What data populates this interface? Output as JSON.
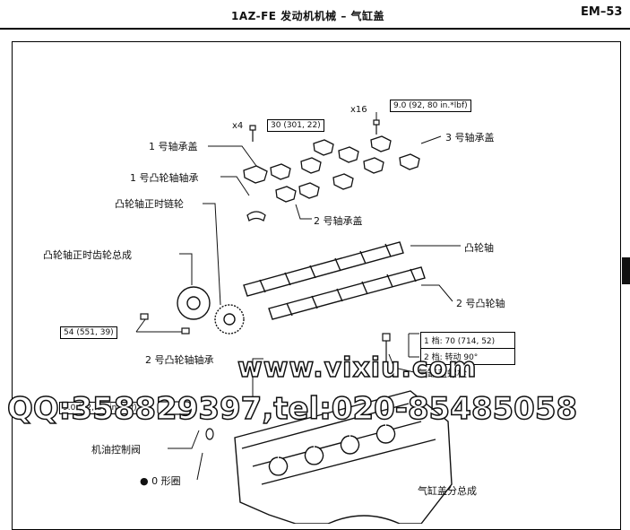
{
  "header": {
    "title": "1AZ-FE 发动机机械 –  气缸盖",
    "page_code": "EM–53"
  },
  "labels": {
    "cap1": "1 号轴承盖",
    "bearing1": "1 号凸轮轴轴承",
    "sprocket": "凸轮轴正时链轮",
    "gear_assy": "凸轮轴正时齿轮总成",
    "cap2": "2 号轴承盖",
    "cap3": "3 号轴承盖",
    "camshaft": "凸轮轴",
    "camshaft2": "2 号凸轮轴",
    "bearing2": "2 号凸轮轴轴承",
    "head_bolt": "气缸盖螺栓",
    "ocv": "机油控制阀",
    "oring": "● 0 形圈",
    "head_assy": "气缸盖分总成"
  },
  "multipliers": {
    "x4": "x4",
    "x16": "x16"
  },
  "torques": {
    "t1": "30 (301, 22)",
    "t2": "9.0 (92, 80 in.*lbf)",
    "t3": "54 (551, 39)",
    "t4": "9.0 (92, 80 in.*lbf)",
    "head_step1": "1 档: 70 (714, 52)",
    "head_step2": "2 档: 转动 90°"
  },
  "watermark": {
    "site": "www.vixiu.com",
    "contact": "QQ:358829397,tel:020-85485058"
  }
}
